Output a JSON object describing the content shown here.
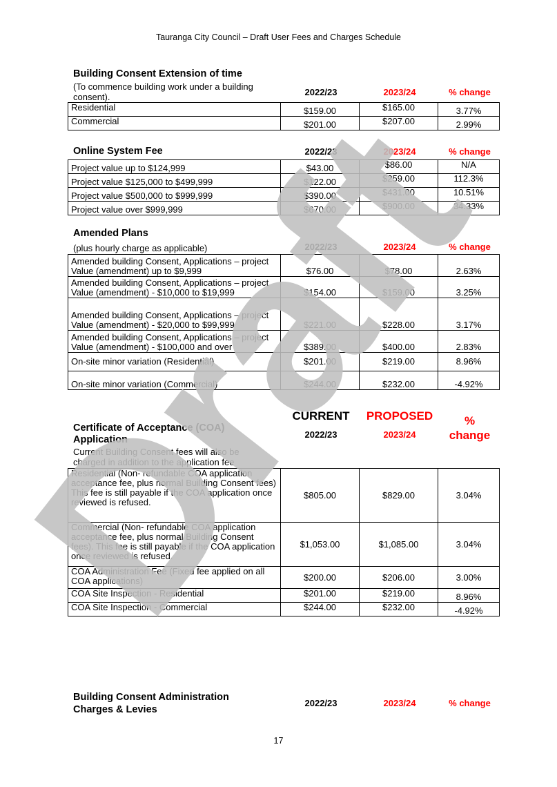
{
  "header": "Tauranga City Council – Draft User Fees and Charges Schedule",
  "watermark_text": "Draft",
  "colors": {
    "accent": "#ff0000",
    "watermark": "#bfbfbf"
  },
  "columns": {
    "prev": "2022/23",
    "curr": "2023/24",
    "change": "% change"
  },
  "extension": {
    "title": "Building Consent Extension of time",
    "subtitle": "(To commence building work under a building consent).",
    "rows": [
      {
        "label": "Residential",
        "prev": "$159.00",
        "curr": "$165.00",
        "change": "3.77%"
      },
      {
        "label": "Commercial",
        "prev": "$201.00",
        "curr": "$207.00",
        "change": "2.99%"
      }
    ]
  },
  "online": {
    "title": "Online System Fee",
    "rows": [
      {
        "label": "Project value up to $124,999",
        "prev": "$43.00",
        "curr": "$86.00",
        "change": "N/A"
      },
      {
        "label": "Project value $125,000 to $499,999",
        "prev": "$122.00",
        "curr": "$259.00",
        "change": "112.3%"
      },
      {
        "label": "Project value $500,000 to $999,999",
        "prev": "$390.00",
        "curr": "$431.00",
        "change": "10.51%"
      },
      {
        "label": "Project value over $999,999",
        "prev": "$670.00",
        "curr": "$900.00",
        "change": "34.33%"
      }
    ]
  },
  "amended": {
    "title": "Amended Plans",
    "subtitle": "(plus hourly charge as applicable)",
    "rows": [
      {
        "label": "Amended building Consent, Applications – project Value (amendment) up to $9,999",
        "prev": "$76.00",
        "curr": "$78.00",
        "change": "2.63%"
      },
      {
        "label": "Amended building Consent, Applications – project Value (amendment) - $10,000 to $19,999",
        "prev": "$154.00",
        "curr": "$159.00",
        "change": "3.25%"
      },
      {
        "label": "Amended building Consent, Applications – project Value (amendment)  - $20,000 to $99,999",
        "prev": "$221.00",
        "curr": "$228.00",
        "change": "3.17%"
      },
      {
        "label": "Amended building Consent, Applications – project Value (amendment) - $100,000 and over",
        "prev": "$389.00",
        "curr": "$400.00",
        "change": "2.83%"
      },
      {
        "label": "On-site minor variation (Residential)",
        "prev": "$201.00",
        "curr": "$219.00",
        "change": "8.96%"
      },
      {
        "label": "On-site minor variation (Commercial)",
        "prev": "$244.00",
        "curr": "$232.00",
        "change": "-4.92%"
      }
    ]
  },
  "coa": {
    "current": "CURRENT",
    "proposed": "PROPOSED",
    "pct_symbol": "%",
    "change_word": "change",
    "title": "Certificate of Acceptance (COA) Application",
    "subtitle": "Current Building Consent fees will also be charged in addition to the application fee",
    "rows": [
      {
        "label": "Residential (Non- refundable COA application acceptance fee, plus normal Building Consent fees)\nThis fee is still payable if the COA application once reviewed is refused.",
        "prev": "$805.00",
        "curr": "$829.00",
        "change": "3.04%"
      },
      {
        "label": "Commercial (Non- refundable COA application acceptance fee, plus normal Building Consent fees). This fee is still payable if the COA application once reviewed is refused.",
        "prev": "$1,053.00",
        "curr": "$1,085.00",
        "change": "3.04%"
      },
      {
        "label": "COA Administration Fee (Fixed fee applied on all COA applications)",
        "prev": "$200.00",
        "curr": "$206.00",
        "change": "3.00%"
      },
      {
        "label": "COA Site Inspection - Residential",
        "prev": "$201.00",
        "curr": "$219.00",
        "change": "8.96%"
      },
      {
        "label": "COA Site Inspection - Commercial",
        "prev": "$244.00",
        "curr": "$232.00",
        "change": "-4.92%"
      }
    ]
  },
  "admin": {
    "title": "Building Consent Administration Charges & Levies"
  },
  "page_number": "17"
}
